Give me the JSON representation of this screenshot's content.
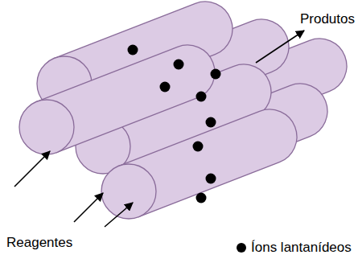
{
  "diagram": {
    "labels": [
      "Produtos",
      "Reagentes"
    ],
    "legend": [
      {
        "text": "Íons lantanídeos",
        "color": "#000000"
      }
    ]
  }
}
